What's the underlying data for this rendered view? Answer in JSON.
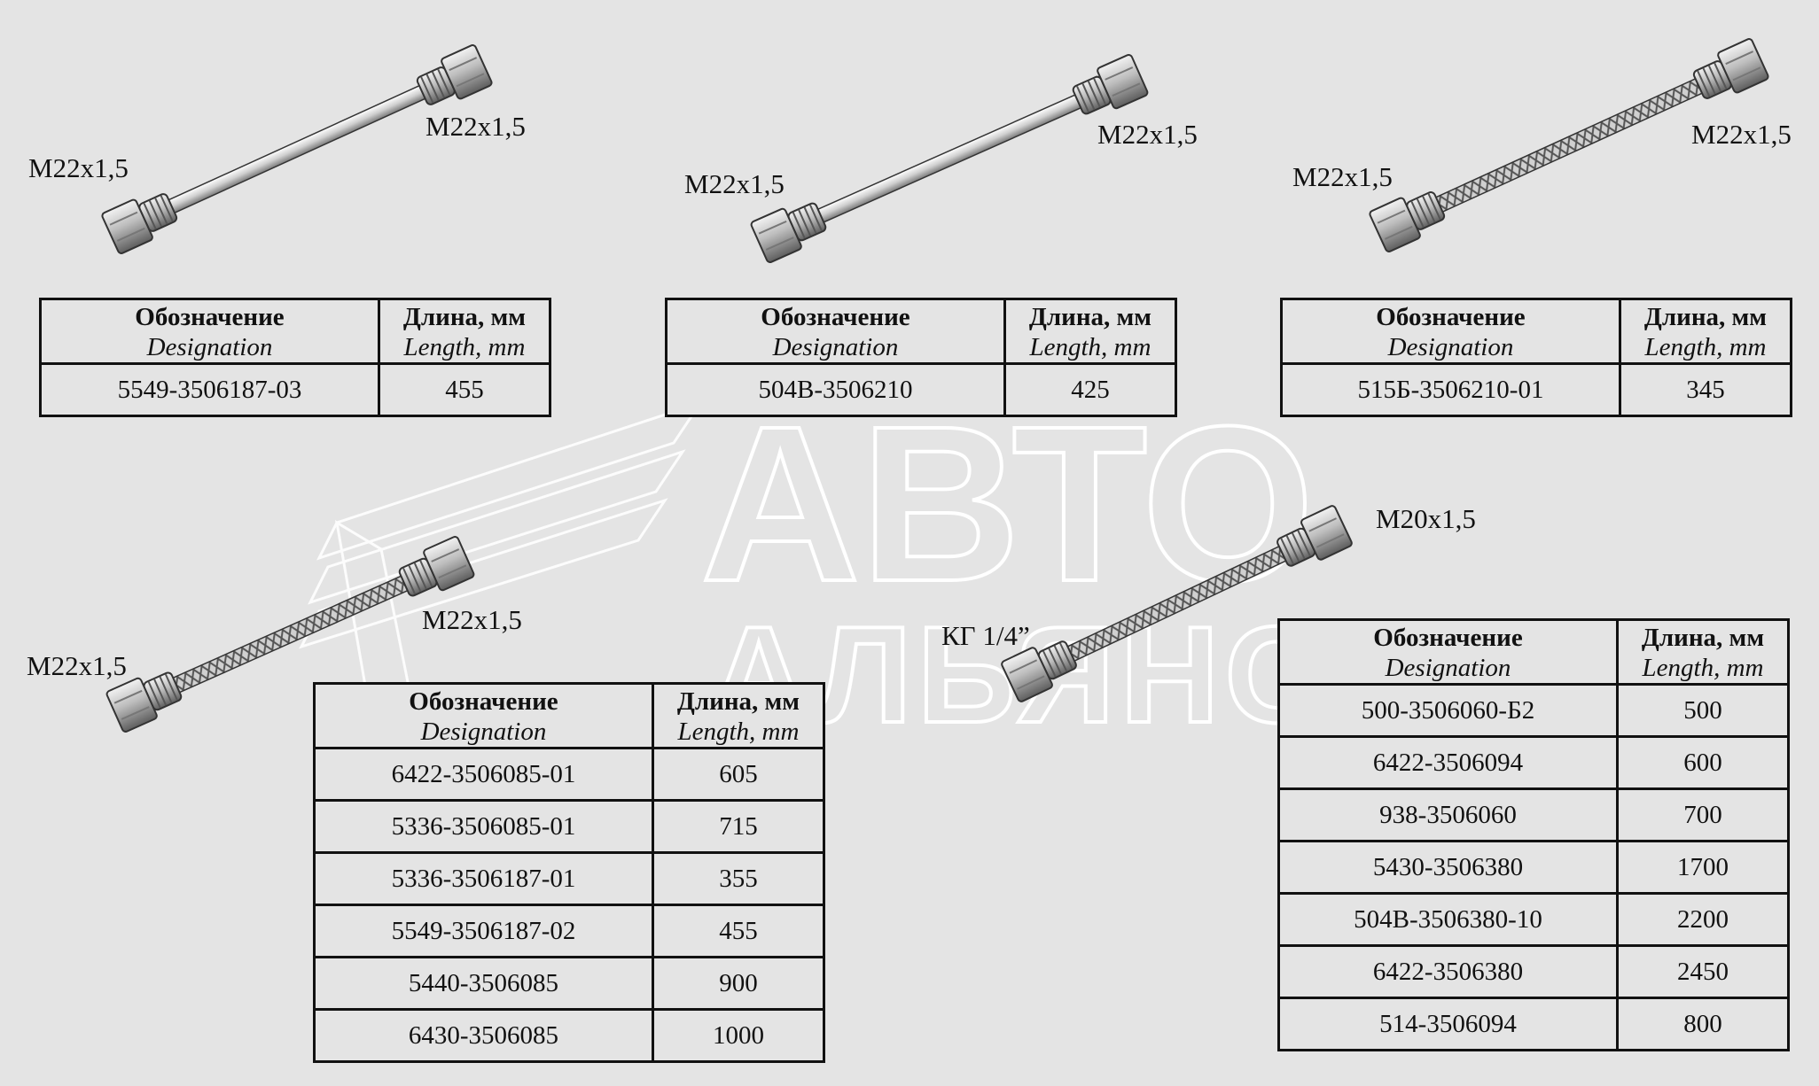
{
  "header_ru": {
    "designation": "Обозначение",
    "length": "Длина, мм"
  },
  "header_en": {
    "designation": "Designation",
    "length": "Length, mm"
  },
  "watermark": {
    "line1": "АВТО",
    "line2": "АЛЬЯНС"
  },
  "hoses": [
    {
      "id": "hose1",
      "labels": {
        "left": "M22x1,5",
        "right": "M22x1,5"
      },
      "rows": [
        {
          "designation": "5549-3506187-03",
          "length": "455"
        }
      ]
    },
    {
      "id": "hose2",
      "labels": {
        "left": "M22x1,5",
        "right": "M22x1,5"
      },
      "rows": [
        {
          "designation": "504В-3506210",
          "length": "425"
        }
      ]
    },
    {
      "id": "hose3",
      "labels": {
        "left": "M22x1,5",
        "right": "M22x1,5"
      },
      "rows": [
        {
          "designation": "515Б-3506210-01",
          "length": "345"
        }
      ]
    },
    {
      "id": "hose4",
      "labels": {
        "left": "M22x1,5",
        "right": "M22x1,5"
      },
      "rows": [
        {
          "designation": "6422-3506085-01",
          "length": "605"
        },
        {
          "designation": "5336-3506085-01",
          "length": "715"
        },
        {
          "designation": "5336-3506187-01",
          "length": "355"
        },
        {
          "designation": "5549-3506187-02",
          "length": "455"
        },
        {
          "designation": "5440-3506085",
          "length": "900"
        },
        {
          "designation": "6430-3506085",
          "length": "1000"
        }
      ]
    },
    {
      "id": "hose5",
      "labels": {
        "left": "КГ 1/4”",
        "right": "M20x1,5"
      },
      "rows": [
        {
          "designation": "500-3506060-Б2",
          "length": "500"
        },
        {
          "designation": "6422-3506094",
          "length": "600"
        },
        {
          "designation": "938-3506060",
          "length": "700"
        },
        {
          "designation": "5430-3506380",
          "length": "1700"
        },
        {
          "designation": "504В-3506380-10",
          "length": "2200"
        },
        {
          "designation": "6422-3506380",
          "length": "2450"
        },
        {
          "designation": "514-3506094",
          "length": "800"
        }
      ]
    }
  ],
  "colors": {
    "background": "#e4e4e4",
    "metal_light": "#d8d8d8",
    "metal_dark": "#6e6e6e",
    "line": "#111111"
  }
}
